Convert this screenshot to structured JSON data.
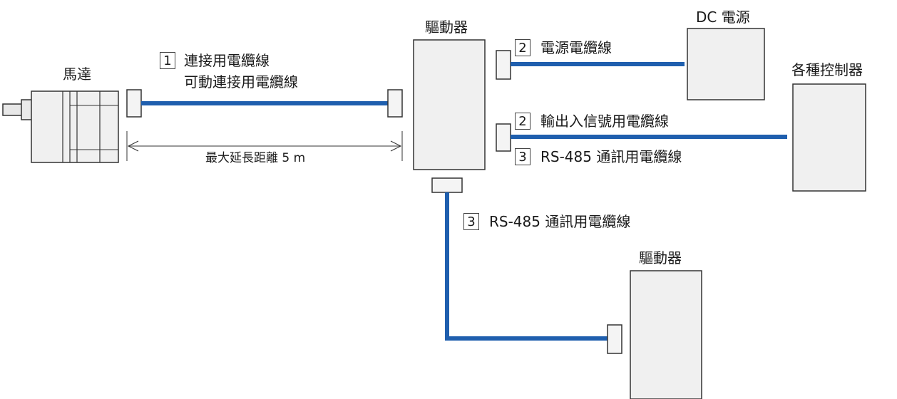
{
  "colors": {
    "cable": "#1f5fae",
    "box_fill": "#f0f0f0",
    "box_stroke": "#333333"
  },
  "labels": {
    "motor": "馬達",
    "driver_main": "驅動器",
    "dc_power": "DC 電源",
    "controllers": "各種控制器",
    "driver_sub": "驅動器",
    "max_distance": "最大延長距離 5 m"
  },
  "cables": {
    "c1": {
      "number": "1",
      "line1": "連接用電纜線",
      "line2": "可動連接用電纜線"
    },
    "c2_power": {
      "number": "2",
      "label": "電源電纜線"
    },
    "c2_io": {
      "number": "2",
      "label": "輸出入信號用電纜線"
    },
    "c3_comm": {
      "number": "3",
      "label": "RS-485 通訊用電纜線"
    },
    "c3_driver": {
      "number": "3",
      "label": "RS-485 通訊用電纜線"
    }
  }
}
